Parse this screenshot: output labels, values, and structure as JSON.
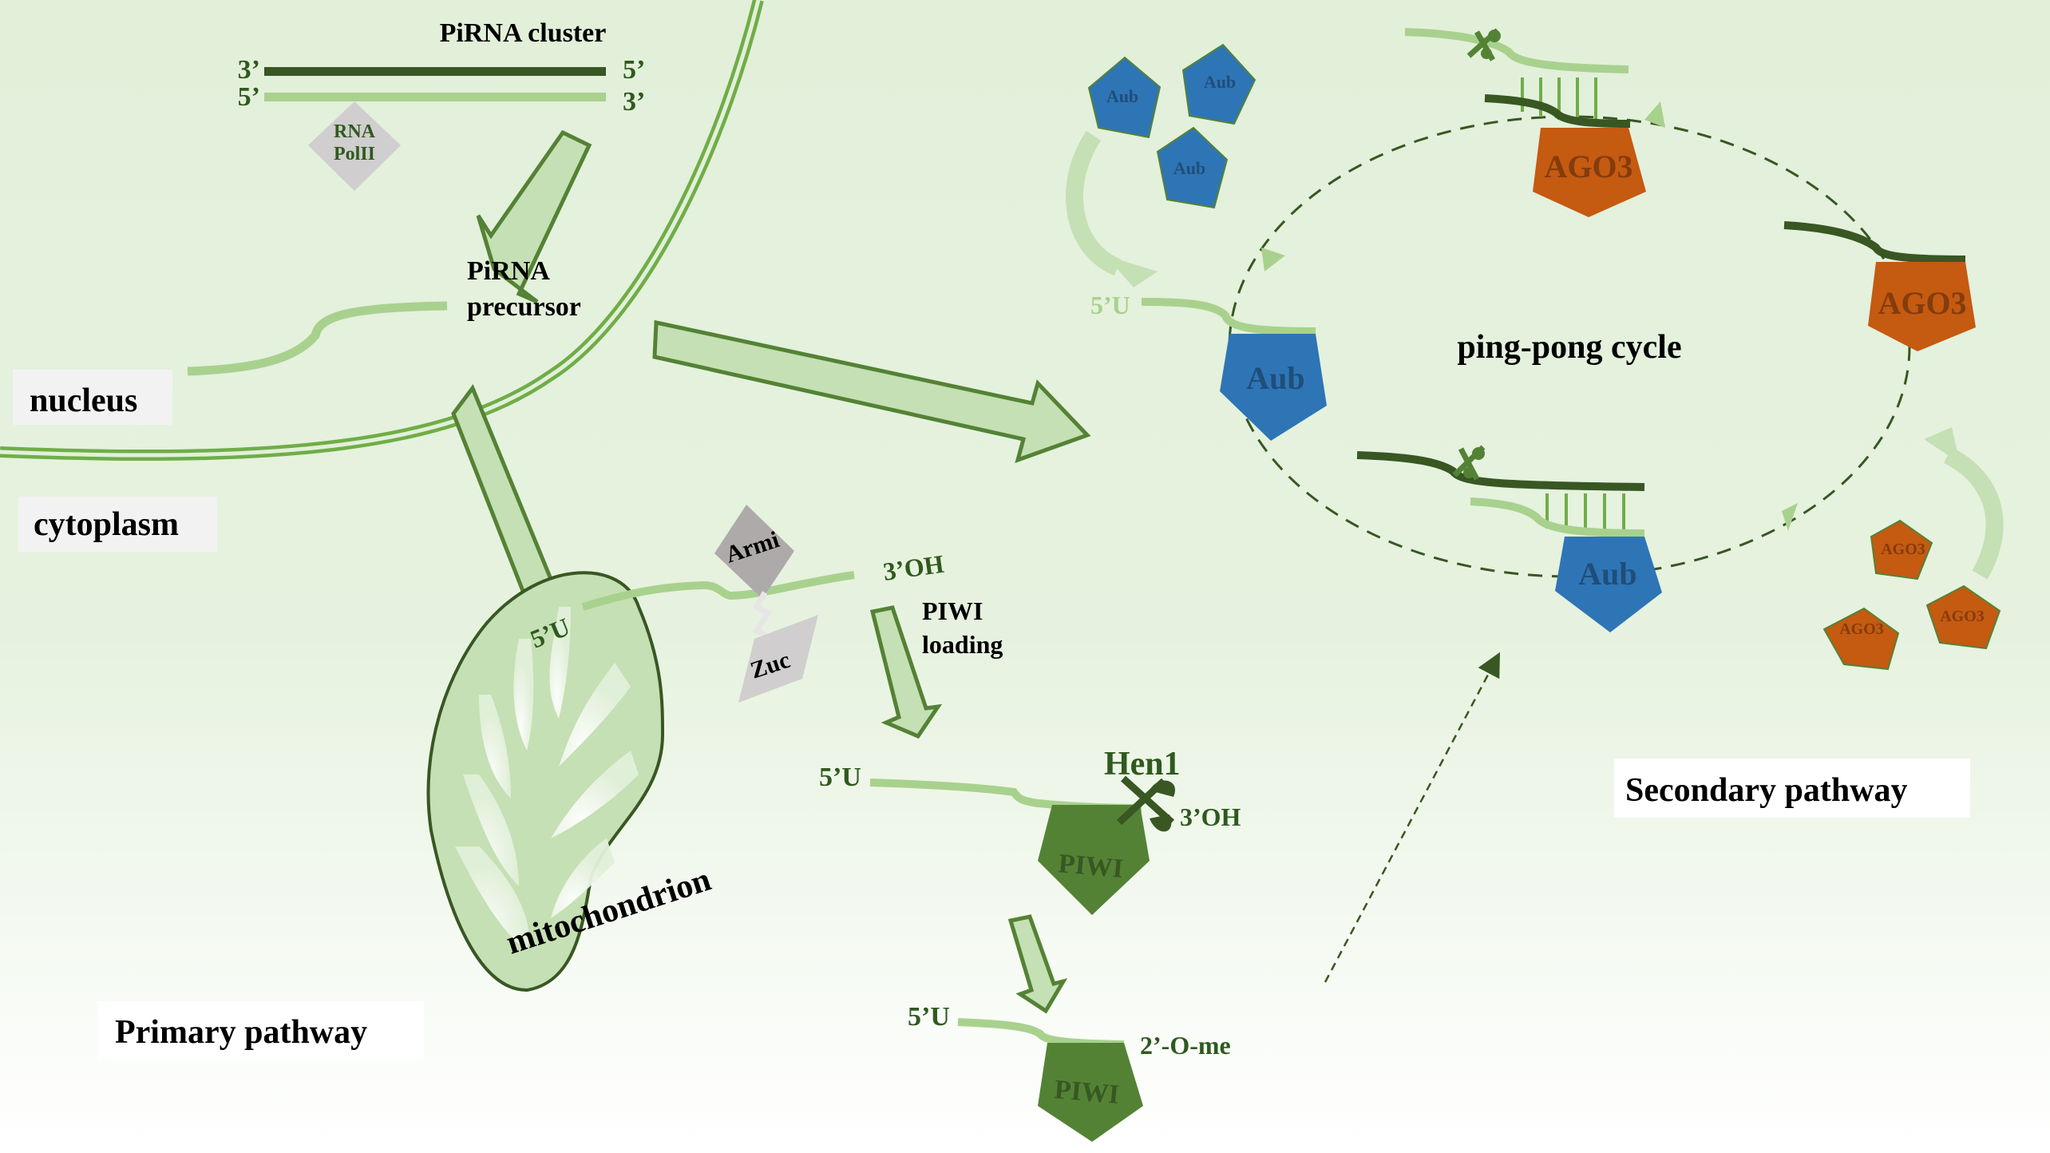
{
  "title": "piRNA biogenesis: primary pathway and ping-pong cycle",
  "colors": {
    "background_top": "#e2f0da",
    "background_bottom": "#ffffff",
    "dark_green": "#385723",
    "mid_green": "#548235",
    "light_green": "#a9d18e",
    "pale_green": "#c5e0b4",
    "aub_blue": "#2e75b6",
    "aub_text": "#1f4e79",
    "ago3_orange": "#c55a11",
    "ago3_text": "#843c0c",
    "gray_enzyme": "#d0cece",
    "armi_gray": "#aeaaaa",
    "label_box": "#f2f2f2"
  },
  "regions": {
    "nucleus": "nucleus",
    "cytoplasm": "cytoplasm",
    "mitochondrion": "mitochondrion"
  },
  "pathways": {
    "primary": "Primary pathway",
    "secondary": "Secondary pathway",
    "cycle": "ping-pong cycle"
  },
  "cluster": {
    "title": "PiRNA cluster",
    "top_left": "3’",
    "top_right": "5’",
    "bottom_left": "5’",
    "bottom_right": "3’",
    "polymerase_line1": "RNA",
    "polymerase_line2": "PolII"
  },
  "precursor": {
    "line1": "PiRNA",
    "line2": "precursor"
  },
  "mito_processing": {
    "five_prime": "5’U",
    "three_prime": "3’OH",
    "armi": "Armi",
    "zuc": "Zuc"
  },
  "piwi_loading": {
    "line1": "PIWI",
    "line2": "loading",
    "five_prime": "5’U",
    "three_prime": "3’OH",
    "hen1": "Hen1",
    "protein": "PIWI"
  },
  "mature": {
    "five_prime": "5’U",
    "modification": "2’-O-me",
    "protein": "PIWI"
  },
  "ping_pong": {
    "free_aub": [
      "Aub",
      "Aub",
      "Aub"
    ],
    "free_ago3": [
      "AGO3",
      "AGO3",
      "AGO3"
    ],
    "aub_left": "Aub",
    "aub_left_5prime": "5’U",
    "ago3_top": "AGO3",
    "ago3_right": "AGO3",
    "aub_bottom": "Aub"
  }
}
